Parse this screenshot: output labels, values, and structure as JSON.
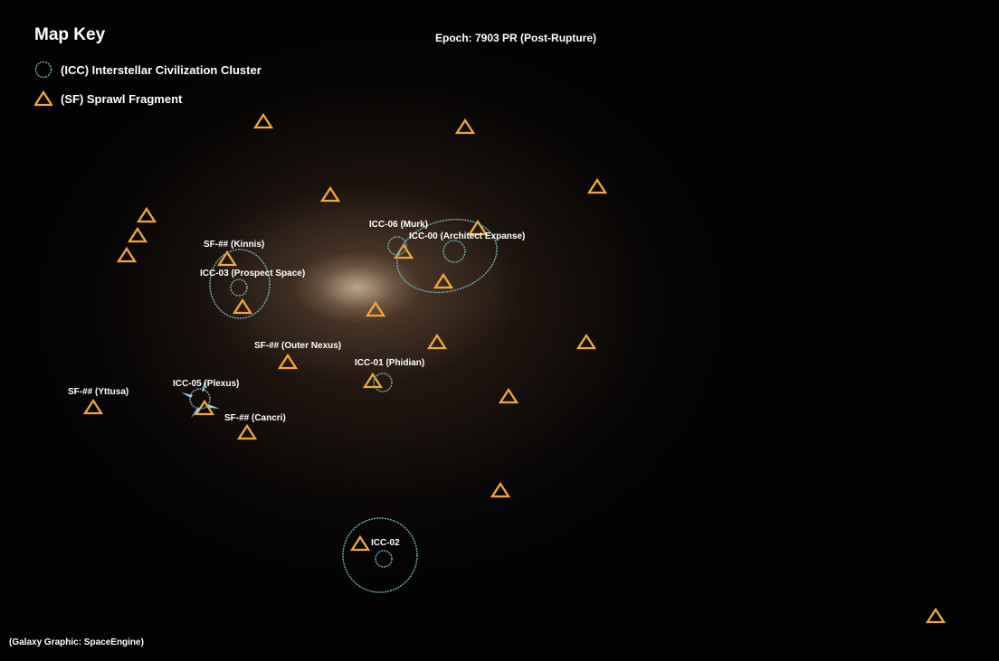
{
  "legend": {
    "title": "Map Key",
    "items": [
      {
        "icon": "dashed-circle-icon",
        "label": "(ICC) Interstellar Civilization Cluster",
        "color": "#6fa9a9"
      },
      {
        "icon": "triangle-icon",
        "label": "(SF) Sprawl Fragment",
        "color": "#f0a83a"
      }
    ]
  },
  "epoch": "Epoch: 7903 PR (Post-Rupture)",
  "credit": "(Galaxy Graphic: SpaceEngine)",
  "labels": {
    "icc06": "ICC-06 (Murk)",
    "icc00": "ICC-00 (Architect Expanse)",
    "icc03": "ICC-03 (Prospect Space)",
    "icc01": "ICC-01 (Phidian)",
    "icc05": "ICC-05 (Plexus)",
    "icc02": "ICC-02",
    "sf_kinnis": "SF-## (Kinnis)",
    "sf_outer_nexus": "SF-## (Outer Nexus)",
    "sf_yttusa": "SF-## (Yttusa)",
    "sf_cancri": "SF-## (Cancri)"
  }
}
